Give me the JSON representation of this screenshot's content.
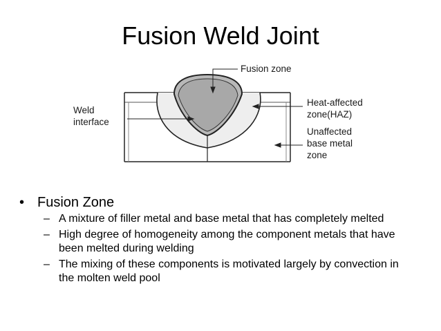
{
  "title": "Fusion Weld Joint",
  "figure": {
    "labels": {
      "fusion_zone": "Fusion zone",
      "weld_line1": "Weld",
      "weld_line2": "interface",
      "haz_line1": "Heat-affected",
      "haz_line2": "zone(HAZ)",
      "base_line1": "Unaffected",
      "base_line2": "base metal",
      "base_line3": "zone"
    },
    "colors": {
      "weld_fill": "#b4b4b4",
      "haz_fill": "#e8e8e8",
      "line": "#222222"
    }
  },
  "bullets": {
    "marker": "•",
    "heading": "Fusion Zone",
    "dash": "–",
    "items": [
      "A mixture of filler metal and base metal that has completely melted",
      "High degree of homogeneity among the component metals that have been melted during welding",
      "The mixing of these components is motivated largely by convection in the molten weld pool"
    ]
  }
}
